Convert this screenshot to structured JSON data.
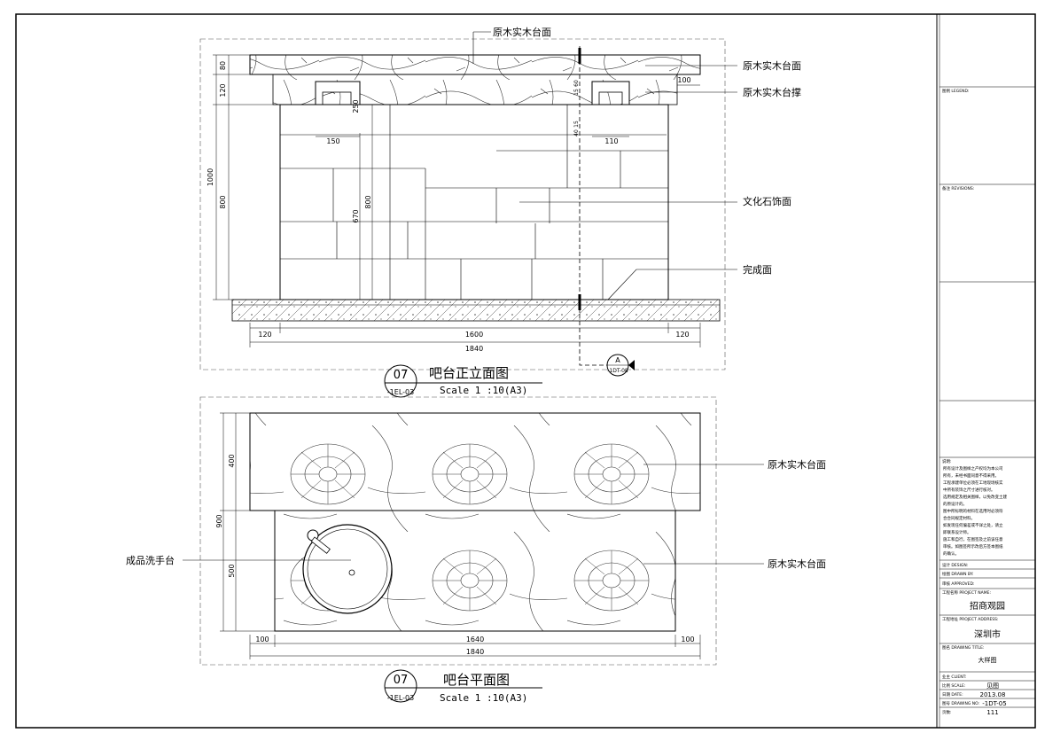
{
  "elevation": {
    "top_callout": "原木实木台面",
    "labels": [
      "原木实木台面",
      "原木实木台撑",
      "文化石饰面",
      "完成面"
    ],
    "dims_top": [
      "100"
    ],
    "dims_left": [
      "80",
      "120",
      "1000",
      "800",
      "670"
    ],
    "dims_inner": [
      "250",
      "800",
      "150",
      "110",
      "15",
      "60",
      "40",
      "15"
    ],
    "dims_bottom": [
      "120",
      "1600",
      "120",
      "1840"
    ],
    "section_marker": {
      "letter": "A",
      "ref": "-1DT-08"
    },
    "title": {
      "number": "07",
      "ref": "-1EL-03",
      "name": "吧台正立面图",
      "scale": "Scale 1 :10(A3)"
    }
  },
  "plan": {
    "labels_right": [
      "原木实木台面",
      "原木实木台面"
    ],
    "label_left": "成品洗手台",
    "dims_left": [
      "900",
      "400",
      "500"
    ],
    "dims_bottom": [
      "100",
      "1640",
      "100",
      "1840"
    ],
    "title": {
      "number": "07",
      "ref": "-1EL-03",
      "name": "吧台平面图",
      "scale": "Scale 1 :10(A3)"
    }
  },
  "title_block": {
    "legend_label": "图例 LEGEND:",
    "revisions_label": "备注 REVISIONS:",
    "notes_label": "说明:",
    "notes": [
      "所有设计及图样之产权均为本公司",
      "所有，未经书面同意不得采用。",
      "工程承建单位必须在工地现场核实",
      "中所有装饰之尺寸进行核对。",
      "选用规定及相关图样，以免改变土建",
      "的原设计的。",
      "图中所标明的材料在选用时必须符",
      "合合同规定材料。",
      "如发现任何偏差或不详之处，请立",
      "即联系设计师。",
      "施工和自行，在图签及之前该任意",
      "审核。如图签所示改后方签本图纸",
      "的确认。"
    ],
    "design_label": "设计 DESIGN:",
    "drawn_label": "绘图 DRAWN BY:",
    "approved_label": "审核 APPROVED:",
    "project_name_label": "工程名称 PROJECT NAME:",
    "project_name": "招商观园",
    "project_address_label": "工程地址 PROJECT ADDRESS:",
    "project_address": "深圳市",
    "drawing_title_label": "图名 DRAWING TITLE:",
    "drawing_title": "大样图",
    "client_label": "业主 CLIENT:",
    "scale_label": "比例 SCALE:",
    "scale_value": "见图",
    "date_label": "日期 DATE:",
    "date_value": "2013.08",
    "drawing_no_label": "图号 DRAWING NO:",
    "drawing_no": "-1DT-05",
    "page_label": "页数:",
    "page_value": "111"
  }
}
